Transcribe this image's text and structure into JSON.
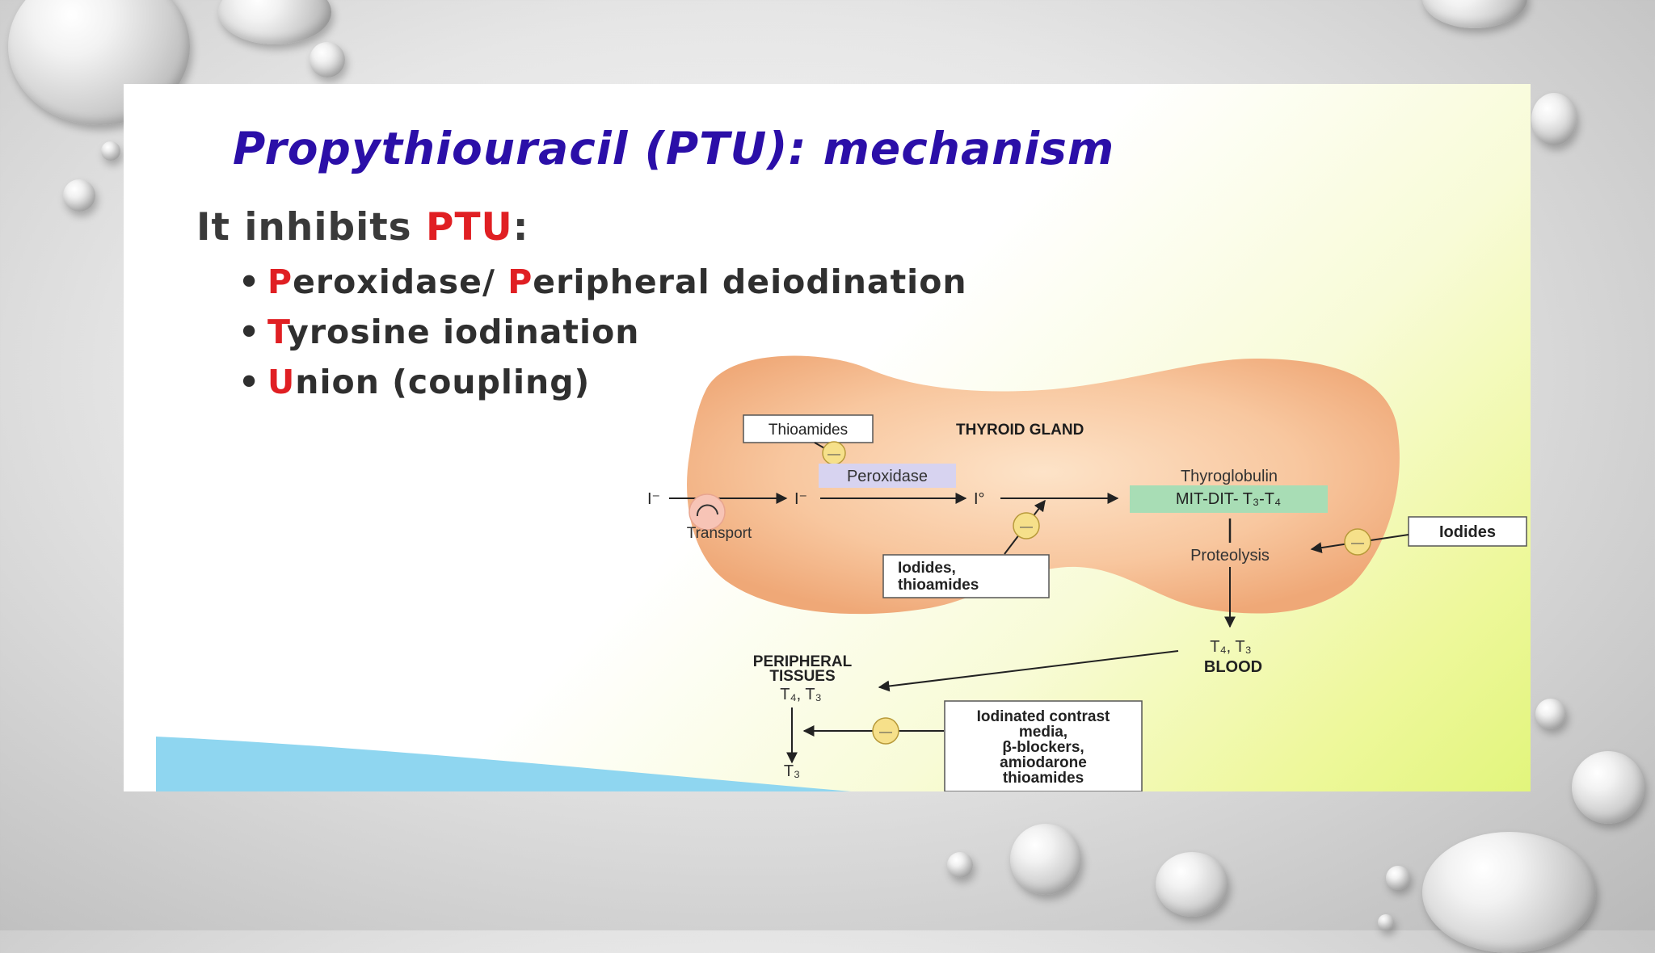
{
  "slide": {
    "title": "Propythiouracil (PTU): mechanism",
    "subheading_lead": "It inhibits ",
    "subheading_highlight": "PTU",
    "subheading_tail": ":",
    "bullet_glyph": "•",
    "bullets": [
      {
        "initial": "P",
        "text": "eroxidase/ ",
        "initial2": "P",
        "text2": "eripheral deiodination"
      },
      {
        "initial": "T",
        "text": "yrosine iodination"
      },
      {
        "initial": "U",
        "text": "nion (coupling)"
      }
    ]
  },
  "diagram": {
    "gland_label": "THYROID GLAND",
    "thioamides": "Thioamides",
    "peroxidase": "Peroxidase",
    "iodide_in": "I⁻",
    "iodide_mid": "I⁻",
    "iodine": "I°",
    "transport": "Transport",
    "thyroglobulin": "Thyroglobulin",
    "mit_dit": "MIT-DIT- T₃-T₄",
    "iodides_box": "Iodides",
    "proteolysis": "Proteolysis",
    "iodides_thioamides_line1": "Iodides,",
    "iodides_thioamides_line2": "thioamides",
    "t4_t3_blood": "T₄, T₃",
    "blood": "BLOOD",
    "peripheral_line1": "PERIPHERAL",
    "peripheral_line2": "TISSUES",
    "t4_t3_periph": "T₄, T₃",
    "t3": "T₃",
    "contrast_line1": "Iodinated contrast",
    "contrast_line2": "media,",
    "contrast_line3": "β-blockers,",
    "contrast_line4": "amiodarone",
    "contrast_line5": "thioamides",
    "inhibit_symbol": "—"
  },
  "colors": {
    "title": "#2b0fa8",
    "highlight": "#e01f23",
    "gland": "#f3b78b",
    "thyroglobulin_box": "#a8ddb5",
    "peroxidase_box": "#d7d3f0",
    "inhibit_circle": "#f6e08a",
    "wave": "#8fd6f0"
  }
}
